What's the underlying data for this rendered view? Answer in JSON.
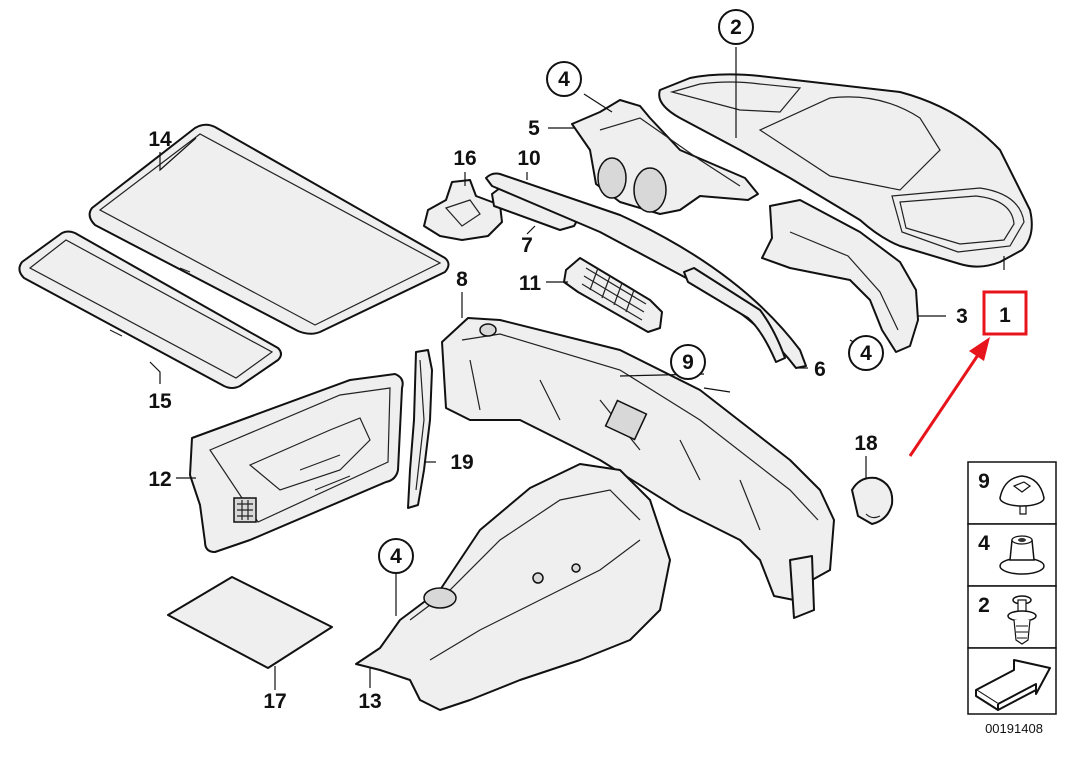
{
  "callouts": {
    "c1": "1",
    "c2": "2",
    "c3": "3",
    "c4a": "4",
    "c4b": "4",
    "c4c": "4",
    "c5": "5",
    "c6": "6",
    "c7": "7",
    "c8": "8",
    "c9": "9",
    "c10": "10",
    "c11": "11",
    "c12": "12",
    "c13": "13",
    "c14": "14",
    "c15": "15",
    "c16": "16",
    "c17": "17",
    "c18": "18",
    "c19": "19"
  },
  "legend": {
    "item_9": "9",
    "item_4": "4",
    "item_2": "2"
  },
  "catalog_number": "00191408",
  "colors": {
    "highlight": "#e8141c",
    "ink": "#111111",
    "paper": "#ffffff"
  }
}
